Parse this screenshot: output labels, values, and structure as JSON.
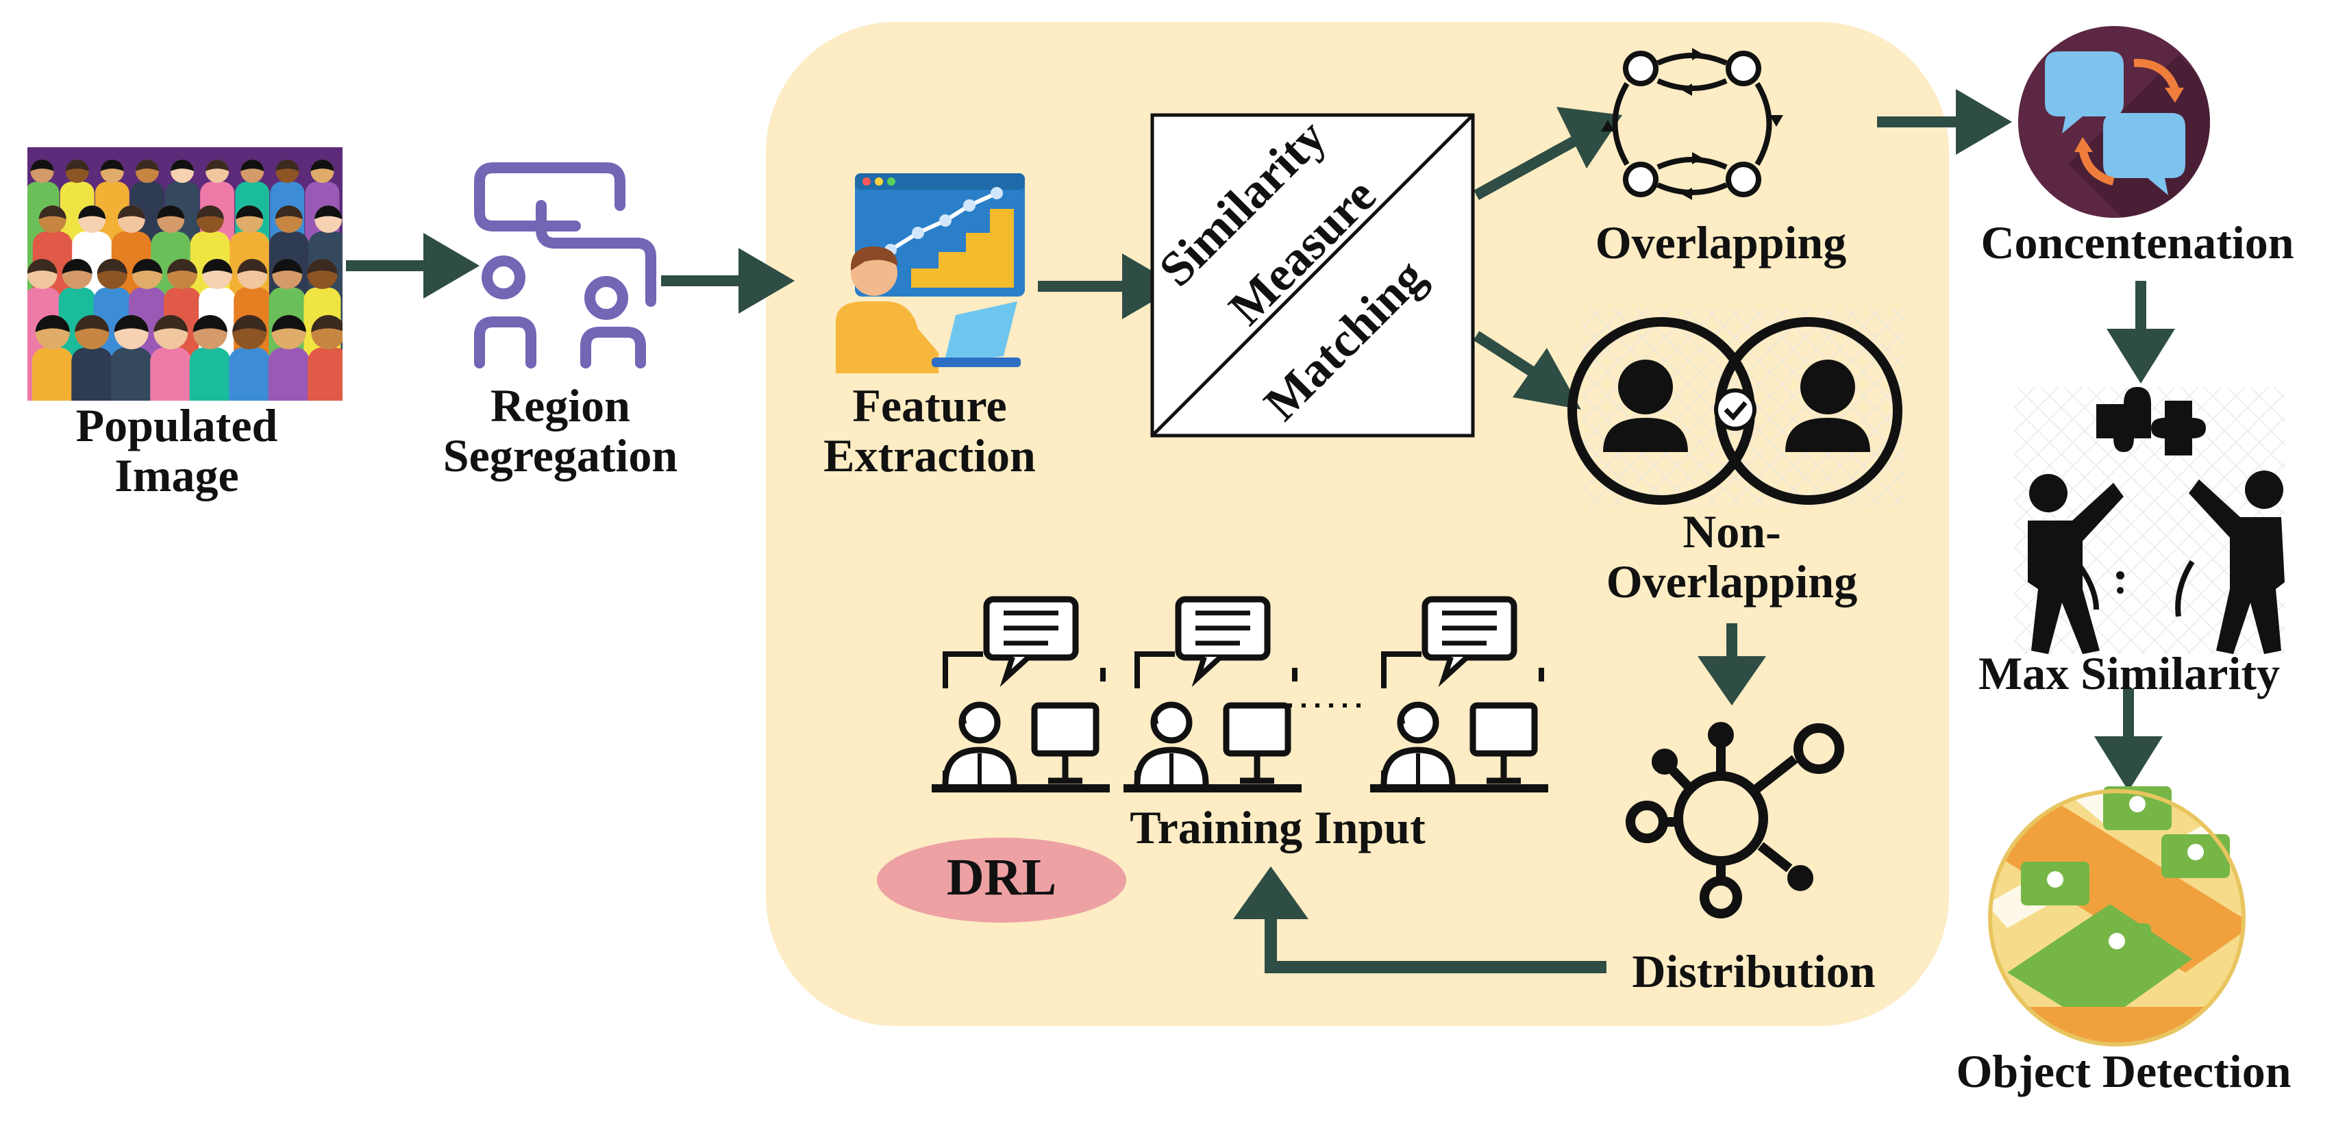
{
  "labels": {
    "populated_line1": "Populated",
    "populated_line2": "Image",
    "region_line1": "Region",
    "region_line2": "Segregation",
    "feature_line1": "Feature",
    "feature_line2": "Extraction",
    "similarity": "Similarity",
    "measure": "Measure",
    "matching": "Matching",
    "overlapping": "Overlapping",
    "non_overlapping_line1": "Non-",
    "non_overlapping_line2": "Overlapping",
    "distribution": "Distribution",
    "training_input": "Training Input",
    "drl": "DRL",
    "concatenation": "Concentenation",
    "max_similarity": "Max Similarity",
    "object_detection": "Object Detection"
  },
  "icons": {
    "populated": "crowd-photo-icon",
    "region": "org-chart-icon",
    "feature": "analyst-chart-icon",
    "overlapping": "cycle-arrows-icon",
    "non_overlapping": "venn-users-icon",
    "distribution": "network-hub-icon",
    "training": "workstation-users-icon",
    "concatenation": "chat-exchange-icon",
    "max_similarity": "puzzle-people-icon",
    "object_detection": "map-pins-icon"
  },
  "colors": {
    "panel": "#fdecc4",
    "arrow": "#2e4d44",
    "drl_ellipse": "#eda1a3",
    "region_icon": "#7465b5",
    "crowd_bg": "#5c2b79",
    "feature_screen": "#2b7fc9",
    "feature_bars": "#f4bb2c",
    "concat_circle": "#5b2742",
    "concat_bubble": "#7ec2ee",
    "concat_arrows": "#ef7e3d",
    "map_green": "#76b646",
    "map_orange": "#f0a13e",
    "map_yellow": "#f6dc8a"
  }
}
